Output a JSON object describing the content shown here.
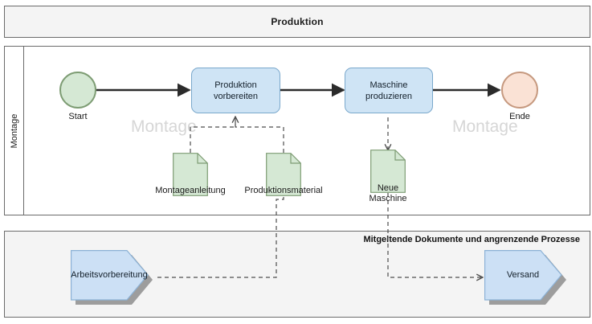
{
  "diagram": {
    "type": "bpmn-process-diagram",
    "colors": {
      "pool_fill": "#f4f4f4",
      "pool_stroke": "#6b6b6b",
      "task_fill": "#cfe4f5",
      "task_stroke": "#7aa8cc",
      "start_event_fill": "#d5e8d4",
      "start_event_stroke": "#7d9c73",
      "end_event_fill": "#fae2d5",
      "end_event_stroke": "#c6997f",
      "data_object_fill": "#d5e8d4",
      "data_object_stroke": "#7d9c73",
      "chevron_fill": "#cce0f5",
      "chevron_stroke": "#8cb2d6",
      "chevron_shadow": "#808080",
      "flow_stroke": "#2b2b2b",
      "association_stroke": "#4d4d4d",
      "watermark": "#d6d6d6"
    }
  },
  "pools": {
    "header": {
      "title": "Produktion"
    },
    "main": {
      "lane_label": "Montage",
      "watermarks": [
        {
          "text": "Montage"
        },
        {
          "text": "Montage"
        }
      ]
    },
    "bottom": {
      "title": "Mitgeltende Dokumente und angrenzende Prozesse"
    }
  },
  "events": [
    {
      "id": "start",
      "label": "Start",
      "kind": "start-event"
    },
    {
      "id": "ende",
      "label": "Ende",
      "kind": "end-event"
    }
  ],
  "tasks": [
    {
      "id": "task-1",
      "label": "Produktion vorbereiten"
    },
    {
      "id": "task-2",
      "label": "Maschine produzieren"
    }
  ],
  "data_objects": [
    {
      "id": "doc-1",
      "label": "Montageanleitung"
    },
    {
      "id": "doc-2",
      "label": "Produktionsmaterial"
    },
    {
      "id": "doc-3",
      "label": "Neue Maschine",
      "label_line_1": "Neue",
      "label_line_2": "Maschine"
    }
  ],
  "process_refs": [
    {
      "id": "proc-1",
      "label": "Arbeitsvorbereitung"
    },
    {
      "id": "proc-2",
      "label": "Versand"
    }
  ],
  "flows": [
    {
      "id": "flow-start-task1",
      "from": "start",
      "to": "task-1",
      "kind": "sequence-flow"
    },
    {
      "id": "flow-task1-task2",
      "from": "task-1",
      "to": "task-2",
      "kind": "sequence-flow"
    },
    {
      "id": "flow-task2-ende",
      "from": "task-2",
      "to": "ende",
      "kind": "sequence-flow"
    },
    {
      "id": "assoc-doc1-task1",
      "from": "doc-1",
      "to": "task-1",
      "kind": "association"
    },
    {
      "id": "assoc-doc2-task1",
      "from": "doc-2",
      "to": "task-1",
      "kind": "association"
    },
    {
      "id": "assoc-task2-doc3",
      "from": "task-2",
      "to": "doc-3",
      "kind": "association"
    },
    {
      "id": "assoc-proc1-doc2",
      "from": "proc-1",
      "to": "doc-2",
      "kind": "association"
    },
    {
      "id": "assoc-doc3-proc2",
      "from": "doc-3",
      "to": "proc-2",
      "kind": "association"
    }
  ]
}
